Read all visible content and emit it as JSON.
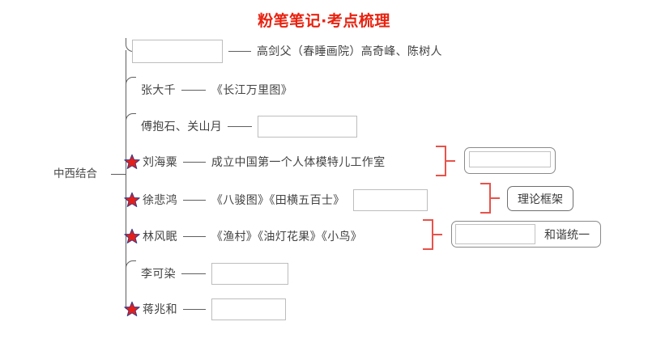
{
  "title": "粉笔笔记·考点梳理",
  "title_color": "#e8220f",
  "root": {
    "label": "中西结合"
  },
  "rows": [
    {
      "star": false,
      "name": "",
      "blank_first": true,
      "text": "高剑父（春睡画院）高奇峰、陈树人",
      "trailing_blank": false
    },
    {
      "star": false,
      "name": "张大千",
      "blank_first": false,
      "text": "《长江万里图》",
      "trailing_blank": false
    },
    {
      "star": false,
      "name": "傅抱石、关山月",
      "blank_first": false,
      "text": "",
      "trailing_blank": true
    },
    {
      "star": true,
      "name": "刘海粟",
      "blank_first": false,
      "text": "成立中国第一个人体模特儿工作室",
      "trailing_blank": false
    },
    {
      "star": true,
      "name": "徐悲鸿",
      "blank_first": false,
      "text": "《八骏图》《田横五百士》",
      "trailing_blank": true
    },
    {
      "star": true,
      "name": "林风眠",
      "blank_first": false,
      "text": "《渔村》《油灯花果》《小鸟》",
      "trailing_blank": false
    },
    {
      "star": false,
      "name": "李可染",
      "blank_first": false,
      "text": "",
      "trailing_blank": true
    },
    {
      "star": true,
      "name": "蒋兆和",
      "blank_first": false,
      "text": "",
      "trailing_blank": true
    }
  ],
  "annotations": {
    "liuhaisu_box_label": "",
    "theory_framework": "理论框架",
    "linfengmian_box_label": "和谐统一"
  },
  "colors": {
    "accent_red": "#e8220f",
    "bracket_red": "#e8524a",
    "star_fill": "#e41f1a",
    "star_stroke": "#2b3a8f",
    "line_gray": "#5f5f5f",
    "box_border": "#bdbdbd",
    "text_gray": "#434343"
  }
}
